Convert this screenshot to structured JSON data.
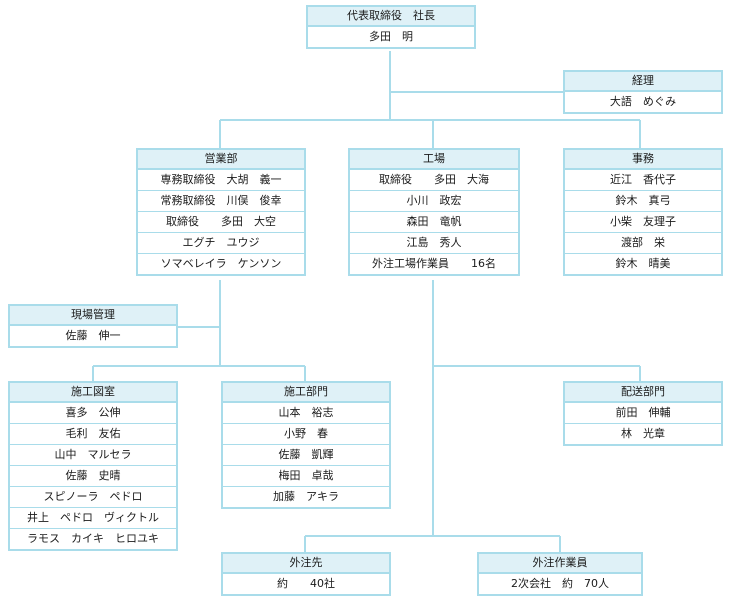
{
  "colors": {
    "border": "#a9dcea",
    "header_bg": "#dff1f7",
    "line": "#a9dcea"
  },
  "boxes": {
    "president": {
      "title": "代表取締役　社長",
      "members": [
        "多田　明"
      ]
    },
    "accounting": {
      "title": "経理",
      "members": [
        "大語　めぐみ"
      ]
    },
    "sales": {
      "title": "営業部",
      "members": [
        "専務取締役　大胡　義一",
        "常務取締役　川俣　俊幸",
        "取締役　　多田　大空",
        "エグチ　ユウジ",
        "ソマベレイラ　ケンソン"
      ]
    },
    "factory": {
      "title": "工場",
      "members": [
        "取締役　　多田　大海",
        "小川　政宏",
        "森田　竜帆",
        "江島　秀人",
        "外注工場作業員　　16名"
      ]
    },
    "office": {
      "title": "事務",
      "members": [
        "近江　香代子",
        "鈴木　真弓",
        "小柴　友理子",
        "渡部　栄",
        "鈴木　晴美"
      ]
    },
    "site_mgmt": {
      "title": "現場管理",
      "members": [
        "佐藤　伸一"
      ]
    },
    "design": {
      "title": "施工図室",
      "members": [
        "喜多　公伸",
        "毛利　友佑",
        "山中　マルセラ",
        "佐藤　史晴",
        "スピノーラ　ペドロ",
        "井上　ペドロ　ヴィクトル",
        "ラモス　カイキ　ヒロユキ"
      ]
    },
    "construction": {
      "title": "施工部門",
      "members": [
        "山本　裕志",
        "小野　春",
        "佐藤　凱輝",
        "梅田　卓哉",
        "加藤　アキラ"
      ]
    },
    "delivery": {
      "title": "配送部門",
      "members": [
        "前田　伸輔",
        "林　光章"
      ]
    },
    "subcontractors": {
      "title": "外注先",
      "members": [
        "約　　40社"
      ]
    },
    "sub_workers": {
      "title": "外注作業員",
      "members": [
        "2次会社　約　70人"
      ]
    }
  }
}
